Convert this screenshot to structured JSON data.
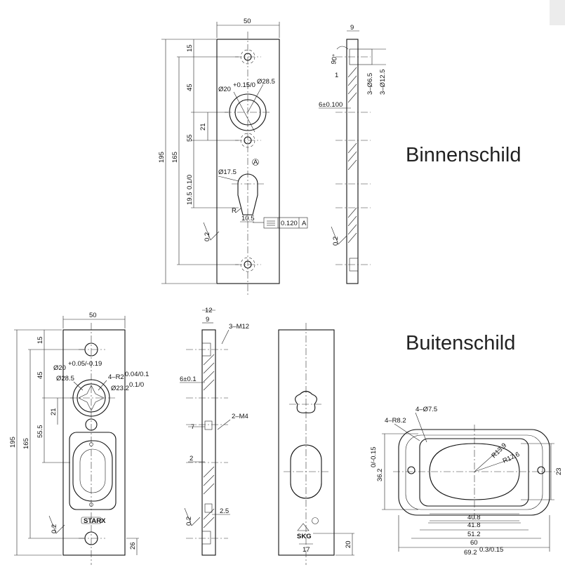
{
  "titles": {
    "inner": "Binnenschild",
    "outer": "Buitenschild"
  },
  "inner": {
    "width": "50",
    "height": "195",
    "span": "165",
    "d1": "15",
    "d2": "45",
    "d3": "55",
    "d4": "21",
    "d5_main": "19.5",
    "d5_tol": "0.1/0",
    "dia20_main": "Ø20",
    "dia20_tol": "+0.15/0",
    "dia28": "Ø28.5",
    "dia17": "Ø17.5",
    "r": "R",
    "w105": "10.5",
    "datum": "A",
    "tol_value": "0.120",
    "tol_ref": "A",
    "rough": "0.2",
    "side_t": "9",
    "angle": "90°",
    "one": "1",
    "holes1": "3–Ø6.5",
    "holes2": "3–Ø12.5",
    "slot": "6±0.100"
  },
  "outer": {
    "width": "50",
    "height": "195",
    "span": "165",
    "d1": "15",
    "d2": "45",
    "d3": "55.5",
    "d4": "21",
    "d5": "26",
    "dia20_main": "Ø20",
    "dia20_tol": "+0.05/-0.19",
    "dia28": "Ø28.5",
    "r4_main": "4–R2",
    "r4_tol": "0.04/0.1",
    "dia23_main": "Ø23.2",
    "dia23_tol": "0.1/0",
    "rough": "0.2",
    "brand": "STARX",
    "side_t1": "12",
    "side_t2": "9",
    "m12": "3–M12",
    "slot": "6±0.1",
    "m4": "2–M4",
    "n7": "7",
    "n2": "2",
    "n25": "2.5",
    "logo": "SKG",
    "w17": "17",
    "h20": "20"
  },
  "rosette": {
    "holes": "4–Ø7.5",
    "radius": "4–R8.2",
    "r139": "R13.9",
    "r176": "R17.6",
    "h_main": "36.2",
    "h_tol": "0/-0.15",
    "h23": "23",
    "w408": "40.8",
    "w418": "41.8",
    "w512": "51.2",
    "w60": "60",
    "w_main": "69.2",
    "w_tol": "0.3/0.15"
  }
}
